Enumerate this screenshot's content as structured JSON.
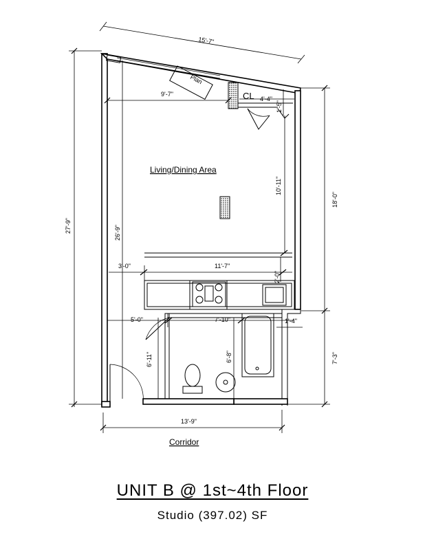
{
  "title": "UNIT B @ 1st~4th Floor",
  "subtitle": "Studio (397.02) SF",
  "corridor_label": "Corridor",
  "rooms": {
    "living": "Living/Dining Area",
    "closet": "CL"
  },
  "dimensions": {
    "top_overall": "15'-7\"",
    "left_overall": "27'-9\"",
    "right_upper": "18'-0\"",
    "right_lower": "7'-3\"",
    "bottom_overall": "13'-9\"",
    "living_width": "9'-7\"",
    "closet_width": "4'-4\"",
    "closet_depth": "1'-5\"",
    "living_depth": "10'-11\"",
    "inner_left": "26'-9\"",
    "kitchen_width": "11'-7\"",
    "kitchen_offset": "3'-0\"",
    "sink_width": "2'-0\"",
    "entry_width": "5'-0\"",
    "bath_width": "7'-10\"",
    "wall_strip": "1'-4\"",
    "entry_depth": "6'-11\"",
    "bath_depth": "6'-8\""
  },
  "fixtures": {
    "plant": "Plan"
  }
}
